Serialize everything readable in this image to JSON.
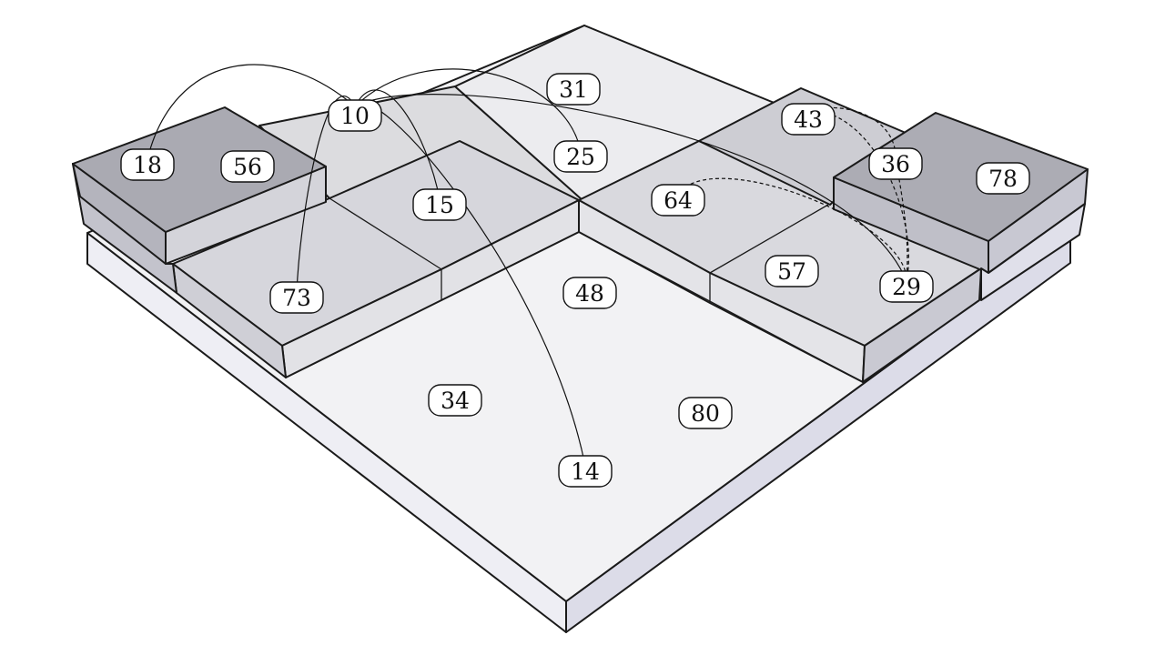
{
  "labels": [
    {
      "id": "l10",
      "text": "10"
    },
    {
      "id": "l31",
      "text": "31"
    },
    {
      "id": "l25",
      "text": "25"
    },
    {
      "id": "l43",
      "text": "43"
    },
    {
      "id": "l36",
      "text": "36"
    },
    {
      "id": "l78",
      "text": "78"
    },
    {
      "id": "l18",
      "text": "18"
    },
    {
      "id": "l56",
      "text": "56"
    },
    {
      "id": "l15",
      "text": "15"
    },
    {
      "id": "l64",
      "text": "64"
    },
    {
      "id": "l57",
      "text": "57"
    },
    {
      "id": "l29",
      "text": "29"
    },
    {
      "id": "l73",
      "text": "73"
    },
    {
      "id": "l48",
      "text": "48"
    },
    {
      "id": "l34",
      "text": "34"
    },
    {
      "id": "l80",
      "text": "80"
    },
    {
      "id": "l14",
      "text": "14"
    }
  ],
  "arrows": [
    {
      "from": "10",
      "to": "18",
      "style": "solid"
    },
    {
      "from": "10",
      "to": "73",
      "style": "solid"
    },
    {
      "from": "10",
      "to": "15",
      "style": "solid"
    },
    {
      "from": "10",
      "to": "25",
      "style": "solid"
    },
    {
      "from": "10",
      "to": "14",
      "style": "solid"
    },
    {
      "from": "10",
      "to": "29",
      "style": "solid"
    },
    {
      "from": "43",
      "to": "36",
      "style": "dashed"
    },
    {
      "from": "43",
      "to": "29",
      "style": "dashed"
    },
    {
      "from": "29",
      "to": "64",
      "style": "dashed"
    },
    {
      "from": "29",
      "to": "36",
      "style": "dashed"
    }
  ]
}
